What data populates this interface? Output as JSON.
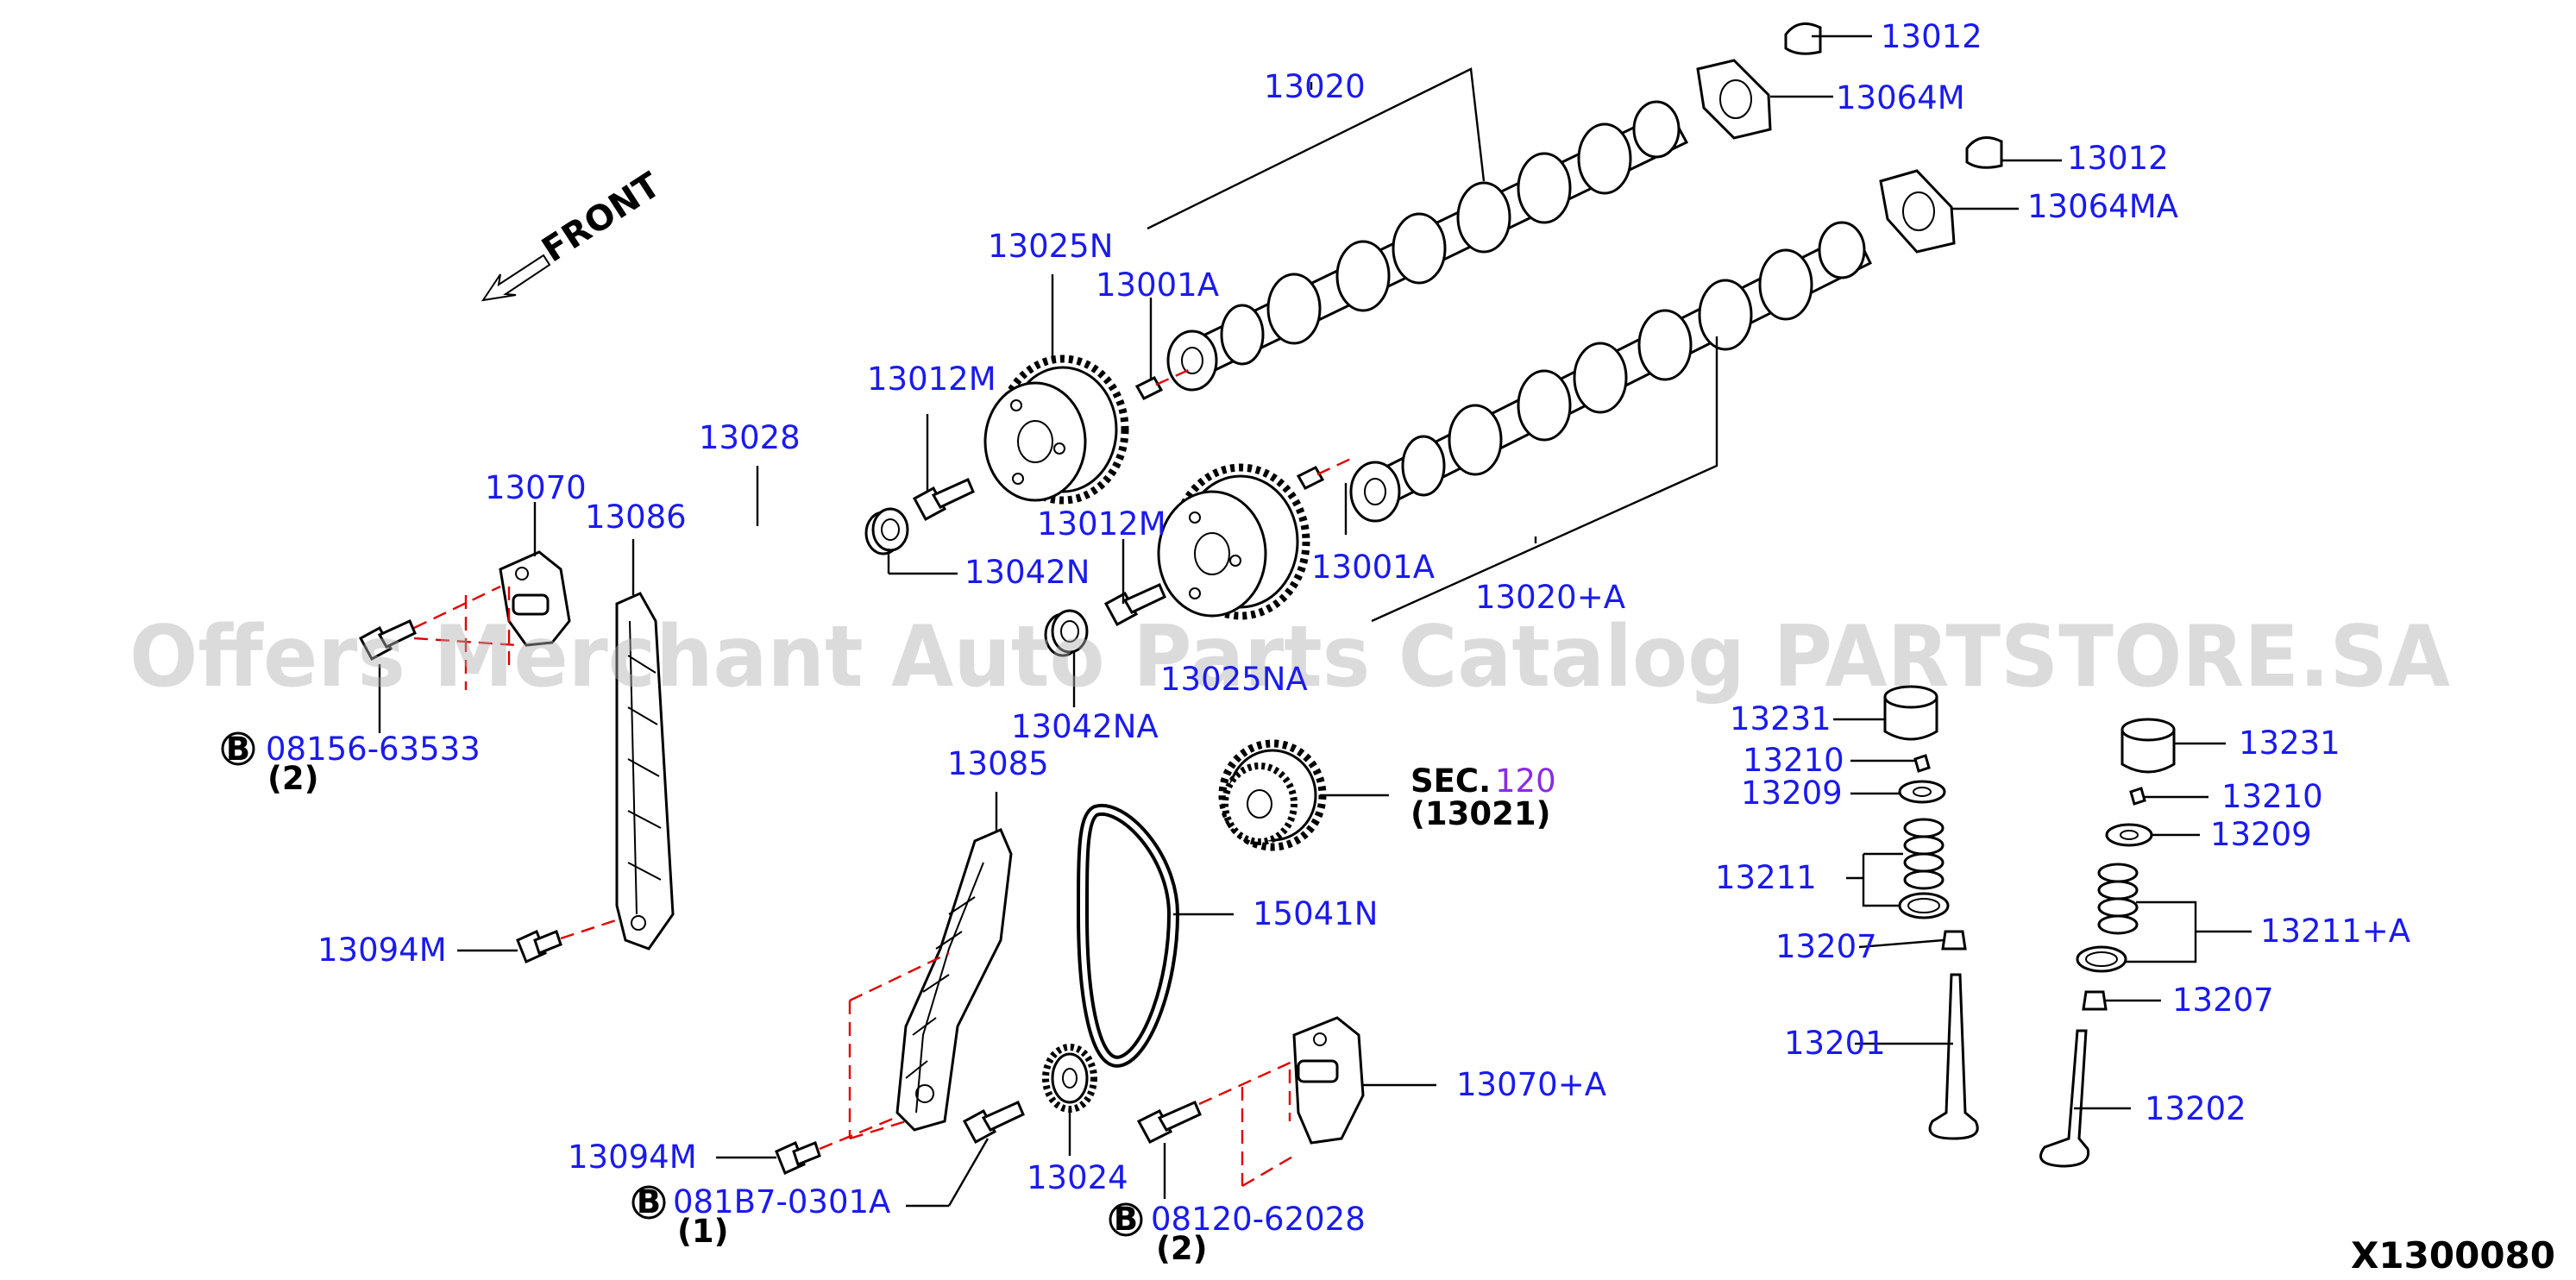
{
  "watermark": "Offers Merchant Auto Parts Catalog PARTSTORE.SA",
  "front_label": "FRONT",
  "diagram_code": "X1300080",
  "bolt_marker": "B",
  "sec_ref": {
    "prefix": "SEC.",
    "number": "120",
    "sub": "(13021)"
  },
  "colors": {
    "label": "#1a1aee",
    "sec_number": "#8a2be2",
    "dash": "#e00000"
  },
  "labels": {
    "p13012_top": "13012",
    "p13064M": "13064M",
    "p13020": "13020",
    "p13012_mid": "13012",
    "p13064MA": "13064MA",
    "p13025N": "13025N",
    "p13001A_top": "13001A",
    "p13012M_top": "13012M",
    "p13028": "13028",
    "p13070": "13070",
    "p13086": "13086",
    "p13042N": "13042N",
    "p13012M_mid": "13012M",
    "p13001A_mid": "13001A",
    "p13020A": "13020+A",
    "p13025NA": "13025NA",
    "p13042NA": "13042NA",
    "p08156": "08156-63533",
    "qty_08156": "(2)",
    "p13085": "13085",
    "p15041N": "15041N",
    "p13094M_top": "13094M",
    "p13070A": "13070+A",
    "p13094M_bot": "13094M",
    "p081B7": "081B7-0301A",
    "qty_081B7": "(1)",
    "p13024": "13024",
    "p08120": "08120-62028",
    "qty_08120": "(2)",
    "p13231_l": "13231",
    "p13210_l": "13210",
    "p13209_l": "13209",
    "p13211": "13211",
    "p13207_l": "13207",
    "p13201": "13201",
    "p13231_r": "13231",
    "p13210_r": "13210",
    "p13209_r": "13209",
    "p13211A": "13211+A",
    "p13207_r": "13207",
    "p13202": "13202"
  }
}
